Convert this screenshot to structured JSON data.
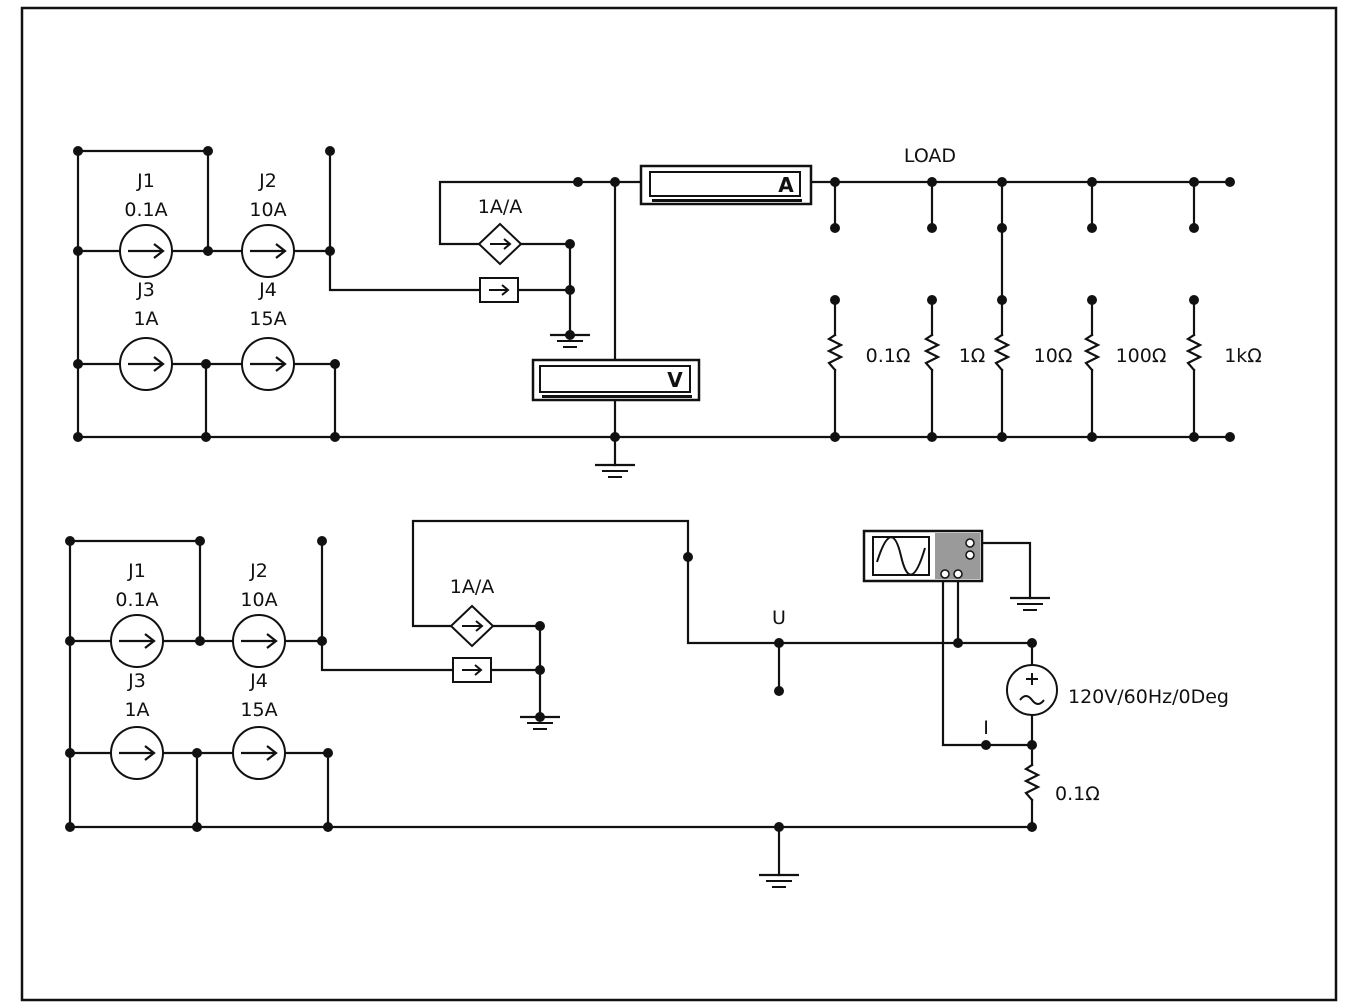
{
  "top": {
    "sources": [
      {
        "name": "J1",
        "value": "0.1A"
      },
      {
        "name": "J2",
        "value": "10A"
      },
      {
        "name": "J3",
        "value": "1A"
      },
      {
        "name": "J4",
        "value": "15A"
      }
    ],
    "ccs_label": "1A/A",
    "ammeter_label": "A",
    "voltmeter_label": "V",
    "load_label": "LOAD",
    "resistors": [
      "0.1Ω",
      "1Ω",
      "10Ω",
      "100Ω",
      "1kΩ"
    ]
  },
  "bottom": {
    "sources": [
      {
        "name": "J1",
        "value": "0.1A"
      },
      {
        "name": "J2",
        "value": "10A"
      },
      {
        "name": "J3",
        "value": "1A"
      },
      {
        "name": "J4",
        "value": "15A"
      }
    ],
    "ccs_label": "1A/A",
    "u_label": "U",
    "i_label": "I",
    "ac_source_label": "120V/60Hz/0Deg",
    "shunt_label": "0.1Ω"
  }
}
